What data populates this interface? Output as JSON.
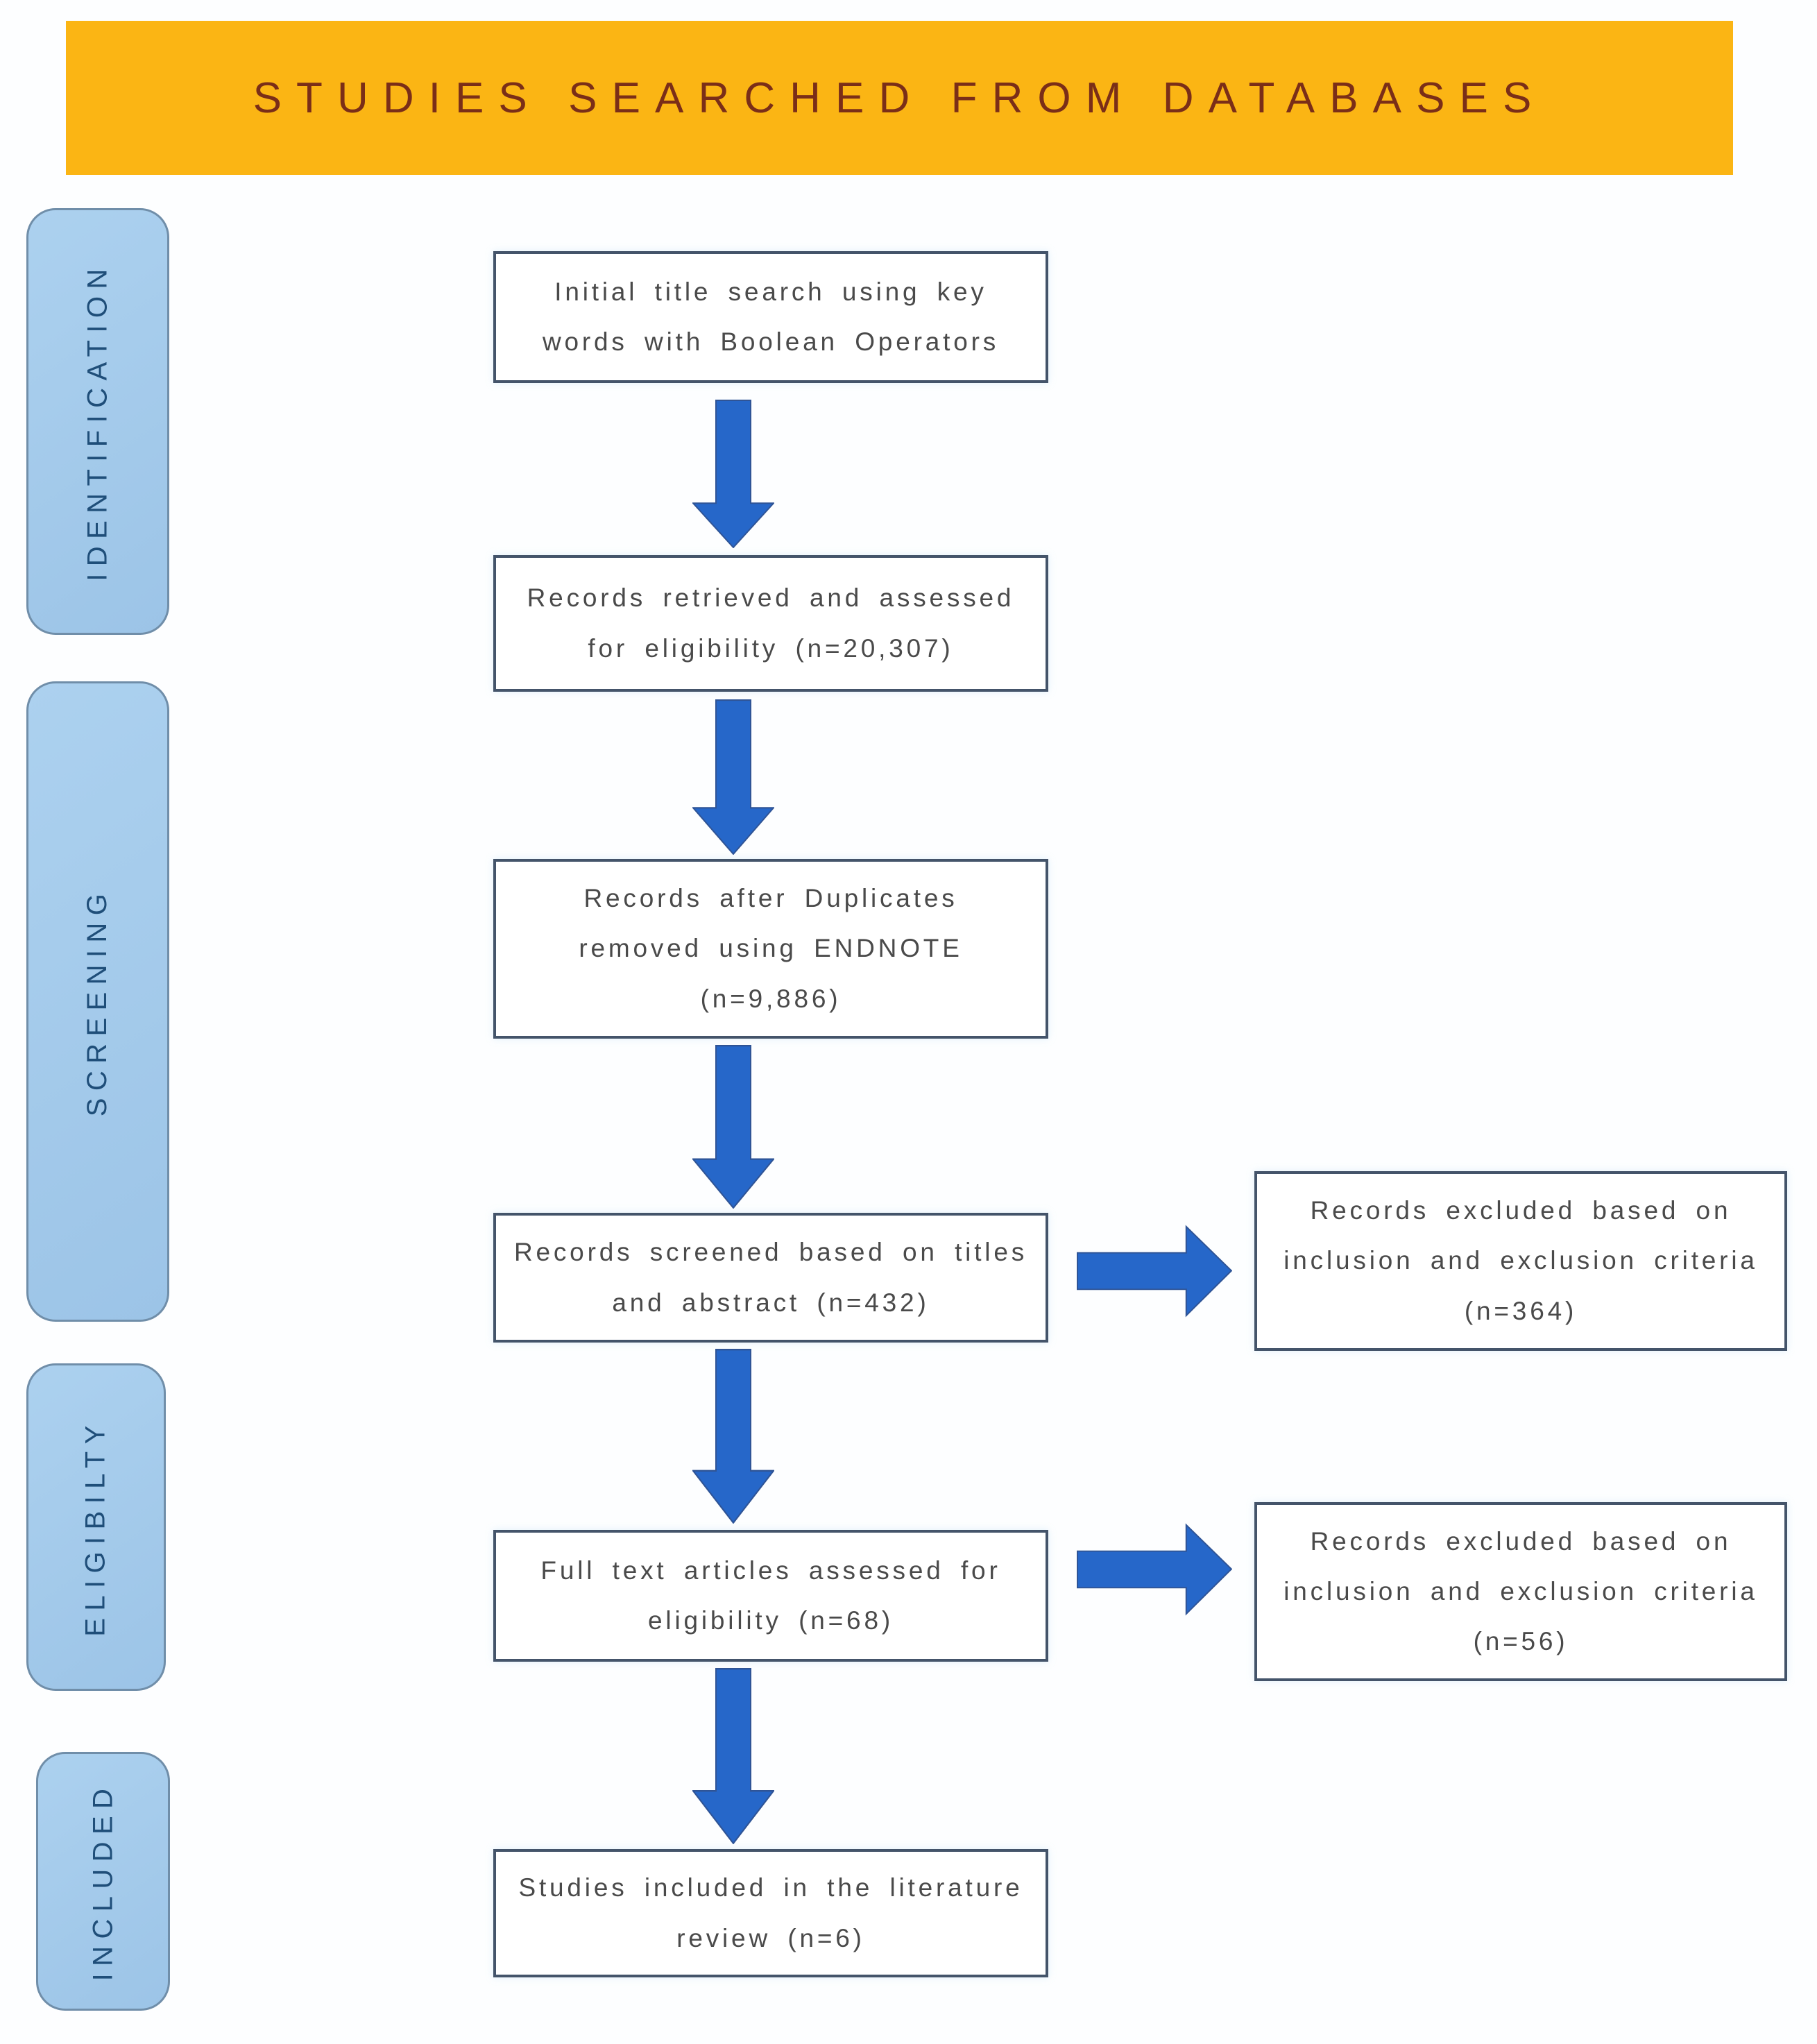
{
  "header": {
    "title": "STUDIES SEARCHED FROM DATABASES"
  },
  "sidebar": {
    "items": [
      {
        "label": "IDENTIFICATION"
      },
      {
        "label": "SCREENING"
      },
      {
        "label": "ELIGIBILTY"
      },
      {
        "label": "INCLUDED"
      }
    ]
  },
  "flow": {
    "main_boxes": [
      {
        "lines": [
          "Initial title search using key",
          "words with Boolean Operators"
        ]
      },
      {
        "lines": [
          "Records retrieved and assessed",
          "for eligibility (n=20,307)"
        ]
      },
      {
        "lines": [
          "Records after Duplicates",
          "removed using ENDNOTE",
          "(n=9,886)"
        ]
      },
      {
        "lines": [
          "Records screened based on titles",
          "and abstract (n=432)"
        ]
      },
      {
        "lines": [
          "Full text articles assessed for",
          "eligibility (n=68)"
        ]
      },
      {
        "lines": [
          "Studies included in the literature",
          "review (n=6)"
        ]
      }
    ],
    "exclusion_boxes": [
      {
        "lines": [
          "Records excluded based on",
          "inclusion and exclusion criteria",
          "(n=364)"
        ]
      },
      {
        "lines": [
          "Records excluded based on",
          "inclusion and exclusion criteria",
          "(n=56)"
        ]
      }
    ]
  },
  "colors": {
    "banner": "#FBB514",
    "banner_text": "#7A2E18",
    "sidebar_fill_top": "#ACD1EF",
    "sidebar_fill_bottom": "#9CC4E7",
    "sidebar_border": "#708EA9",
    "sidebar_text": "#1F4E79",
    "box_border": "#44546A",
    "box_text": "#4A4A4A",
    "arrow_fill": "#2667C9",
    "arrow_stroke": "#2F5496"
  }
}
